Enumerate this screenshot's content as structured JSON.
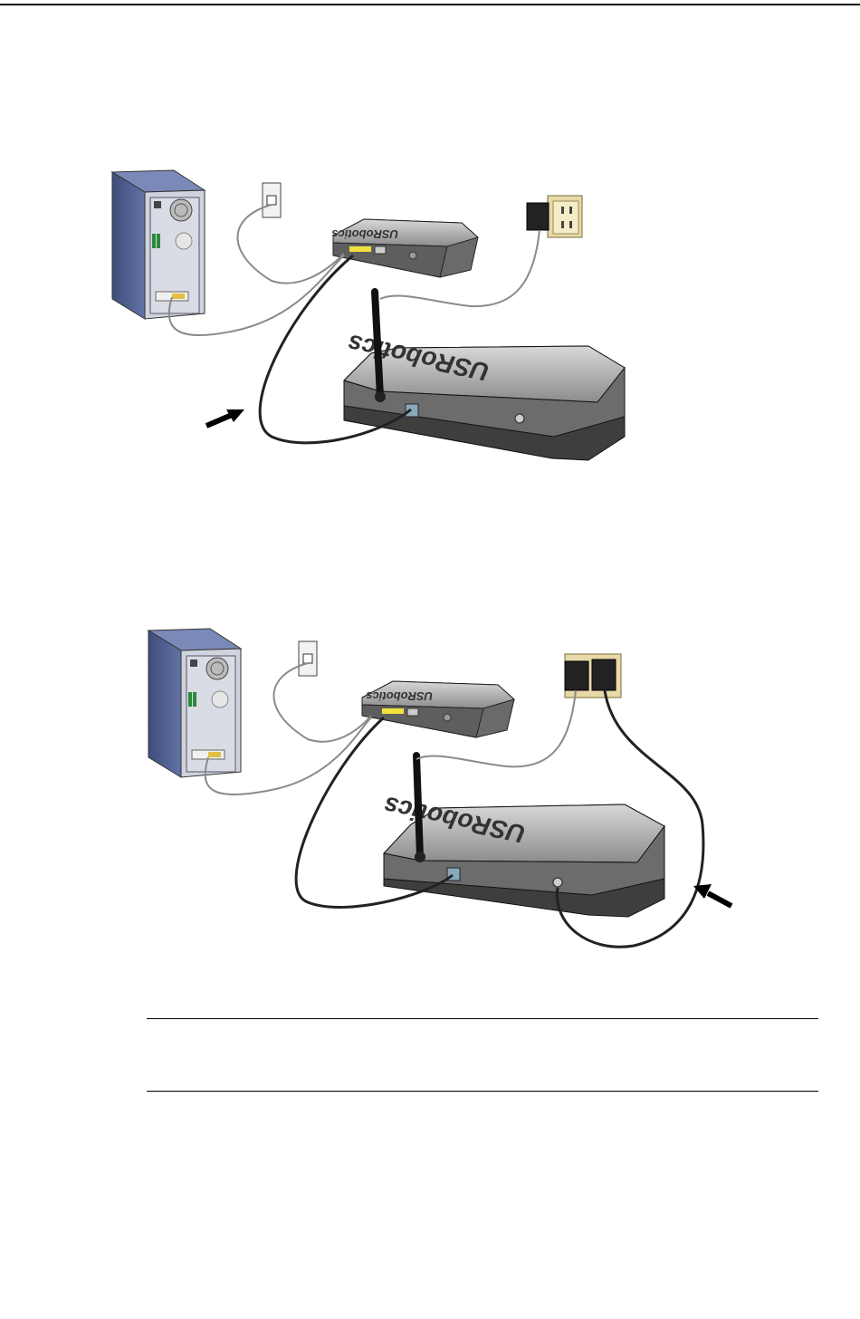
{
  "brand": {
    "logo_text": "USRobotics"
  },
  "colors": {
    "pc_tower": "#5a6a9a",
    "router_body": "#7a7a7a",
    "cable_black": "#222222",
    "cable_gray": "#8a8a8a",
    "outlet_plate": "#e8d9a8"
  },
  "figures": [
    {
      "id": "figure-1",
      "highlight": "ethernet-cable"
    },
    {
      "id": "figure-2",
      "highlight": "power-cable"
    }
  ]
}
